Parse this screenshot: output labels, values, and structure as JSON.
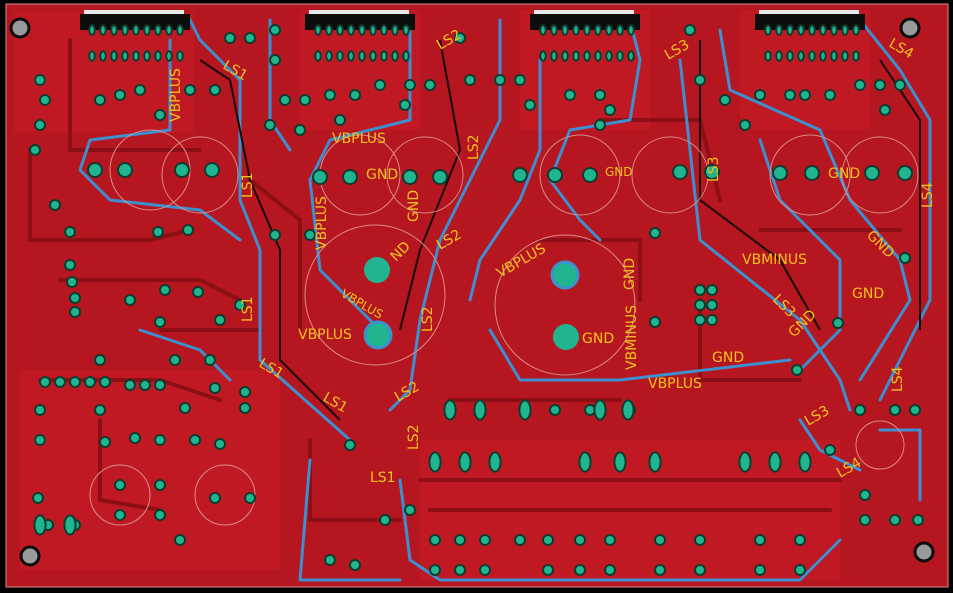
{
  "board": {
    "colors": {
      "background": "#000000",
      "board_fill": "#b5161f",
      "top_copper": "#d8262d",
      "bottom_trace": "#3d8fd0",
      "pad": "#20b58f",
      "pad_ring": "#0f3c2f",
      "silkscreen": "#f2c21d",
      "outline": "#d98d8d"
    }
  },
  "labels": {
    "ls1": "LS1",
    "ls2": "LS2",
    "ls3": "LS3",
    "ls4": "LS4",
    "gnd": "GND",
    "vbplus": "VBPLUS",
    "vbminus": "VBMINUS",
    "nd": "ND"
  }
}
